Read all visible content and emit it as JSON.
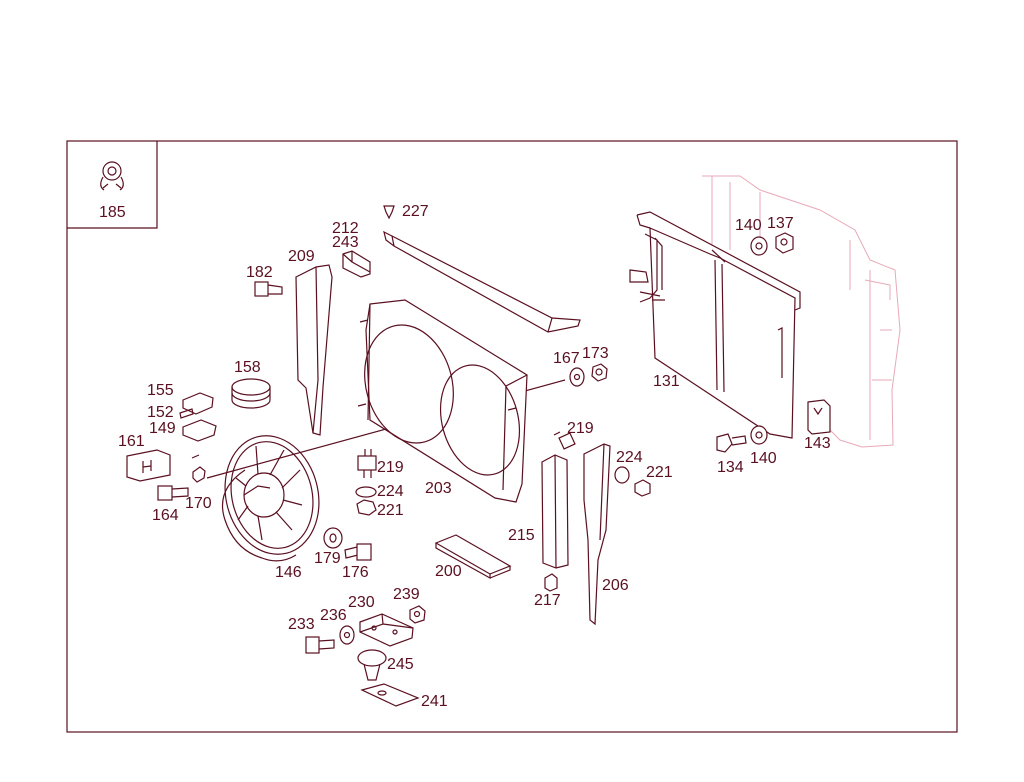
{
  "labels": {
    "p185": "185",
    "p227": "227",
    "p212": "212",
    "p243": "243",
    "p209": "209",
    "p182": "182",
    "p158": "158",
    "p155": "155",
    "p152": "152",
    "p149": "149",
    "p161": "161",
    "p164": "164",
    "p170": "170",
    "p146": "146",
    "p179": "179",
    "p176": "176",
    "p219a": "219",
    "p224a": "224",
    "p221a": "221",
    "p203": "203",
    "p200": "200",
    "p167": "167",
    "p173": "173",
    "p219b": "219",
    "p224b": "224",
    "p221b": "221",
    "p215": "215",
    "p217": "217",
    "p206": "206",
    "p131": "131",
    "p140a": "140",
    "p137": "137",
    "p134": "134",
    "p140b": "140",
    "p143": "143",
    "p233": "233",
    "p236": "236",
    "p230": "230",
    "p239": "239",
    "p245": "245",
    "p241": "241"
  },
  "colors": {
    "line": "#5a1020",
    "ghost": "#e7aab8",
    "background": "#ffffff"
  }
}
